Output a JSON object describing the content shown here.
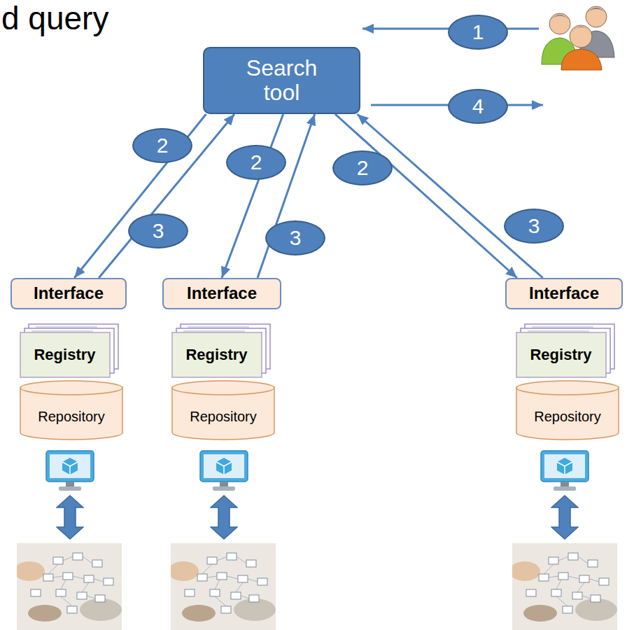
{
  "diagram": {
    "title": "d query",
    "nodes": [
      {
        "text": [
          "Search tool"
        ]
      },
      {
        "text": [
          "Interface"
        ]
      },
      {
        "text": [
          "Registry"
        ]
      },
      {
        "text": [
          "Repository"
        ]
      },
      {
        "text": [
          "Interface"
        ]
      },
      {
        "text": [
          "Registry"
        ]
      },
      {
        "text": [
          "Repository"
        ]
      },
      {
        "text": [
          "Interface"
        ]
      },
      {
        "text": [
          "Registry"
        ]
      },
      {
        "text": [
          "Repository"
        ]
      }
    ],
    "edges": [
      {
        "from": 0,
        "to": 1,
        "label": "2",
        "arrow": "to"
      },
      {
        "from": 1,
        "to": 0,
        "label": "3",
        "arrow": "to"
      },
      {
        "from": 0,
        "to": 4,
        "label": "2",
        "arrow": "to"
      },
      {
        "from": 4,
        "to": 0,
        "label": "3",
        "arrow": "to"
      },
      {
        "from": 0,
        "to": 7,
        "label": "2",
        "arrow": "to"
      },
      {
        "from": 7,
        "to": 0,
        "label": "3",
        "arrow": "to"
      }
    ],
    "labels": [
      "1",
      "4"
    ]
  }
}
